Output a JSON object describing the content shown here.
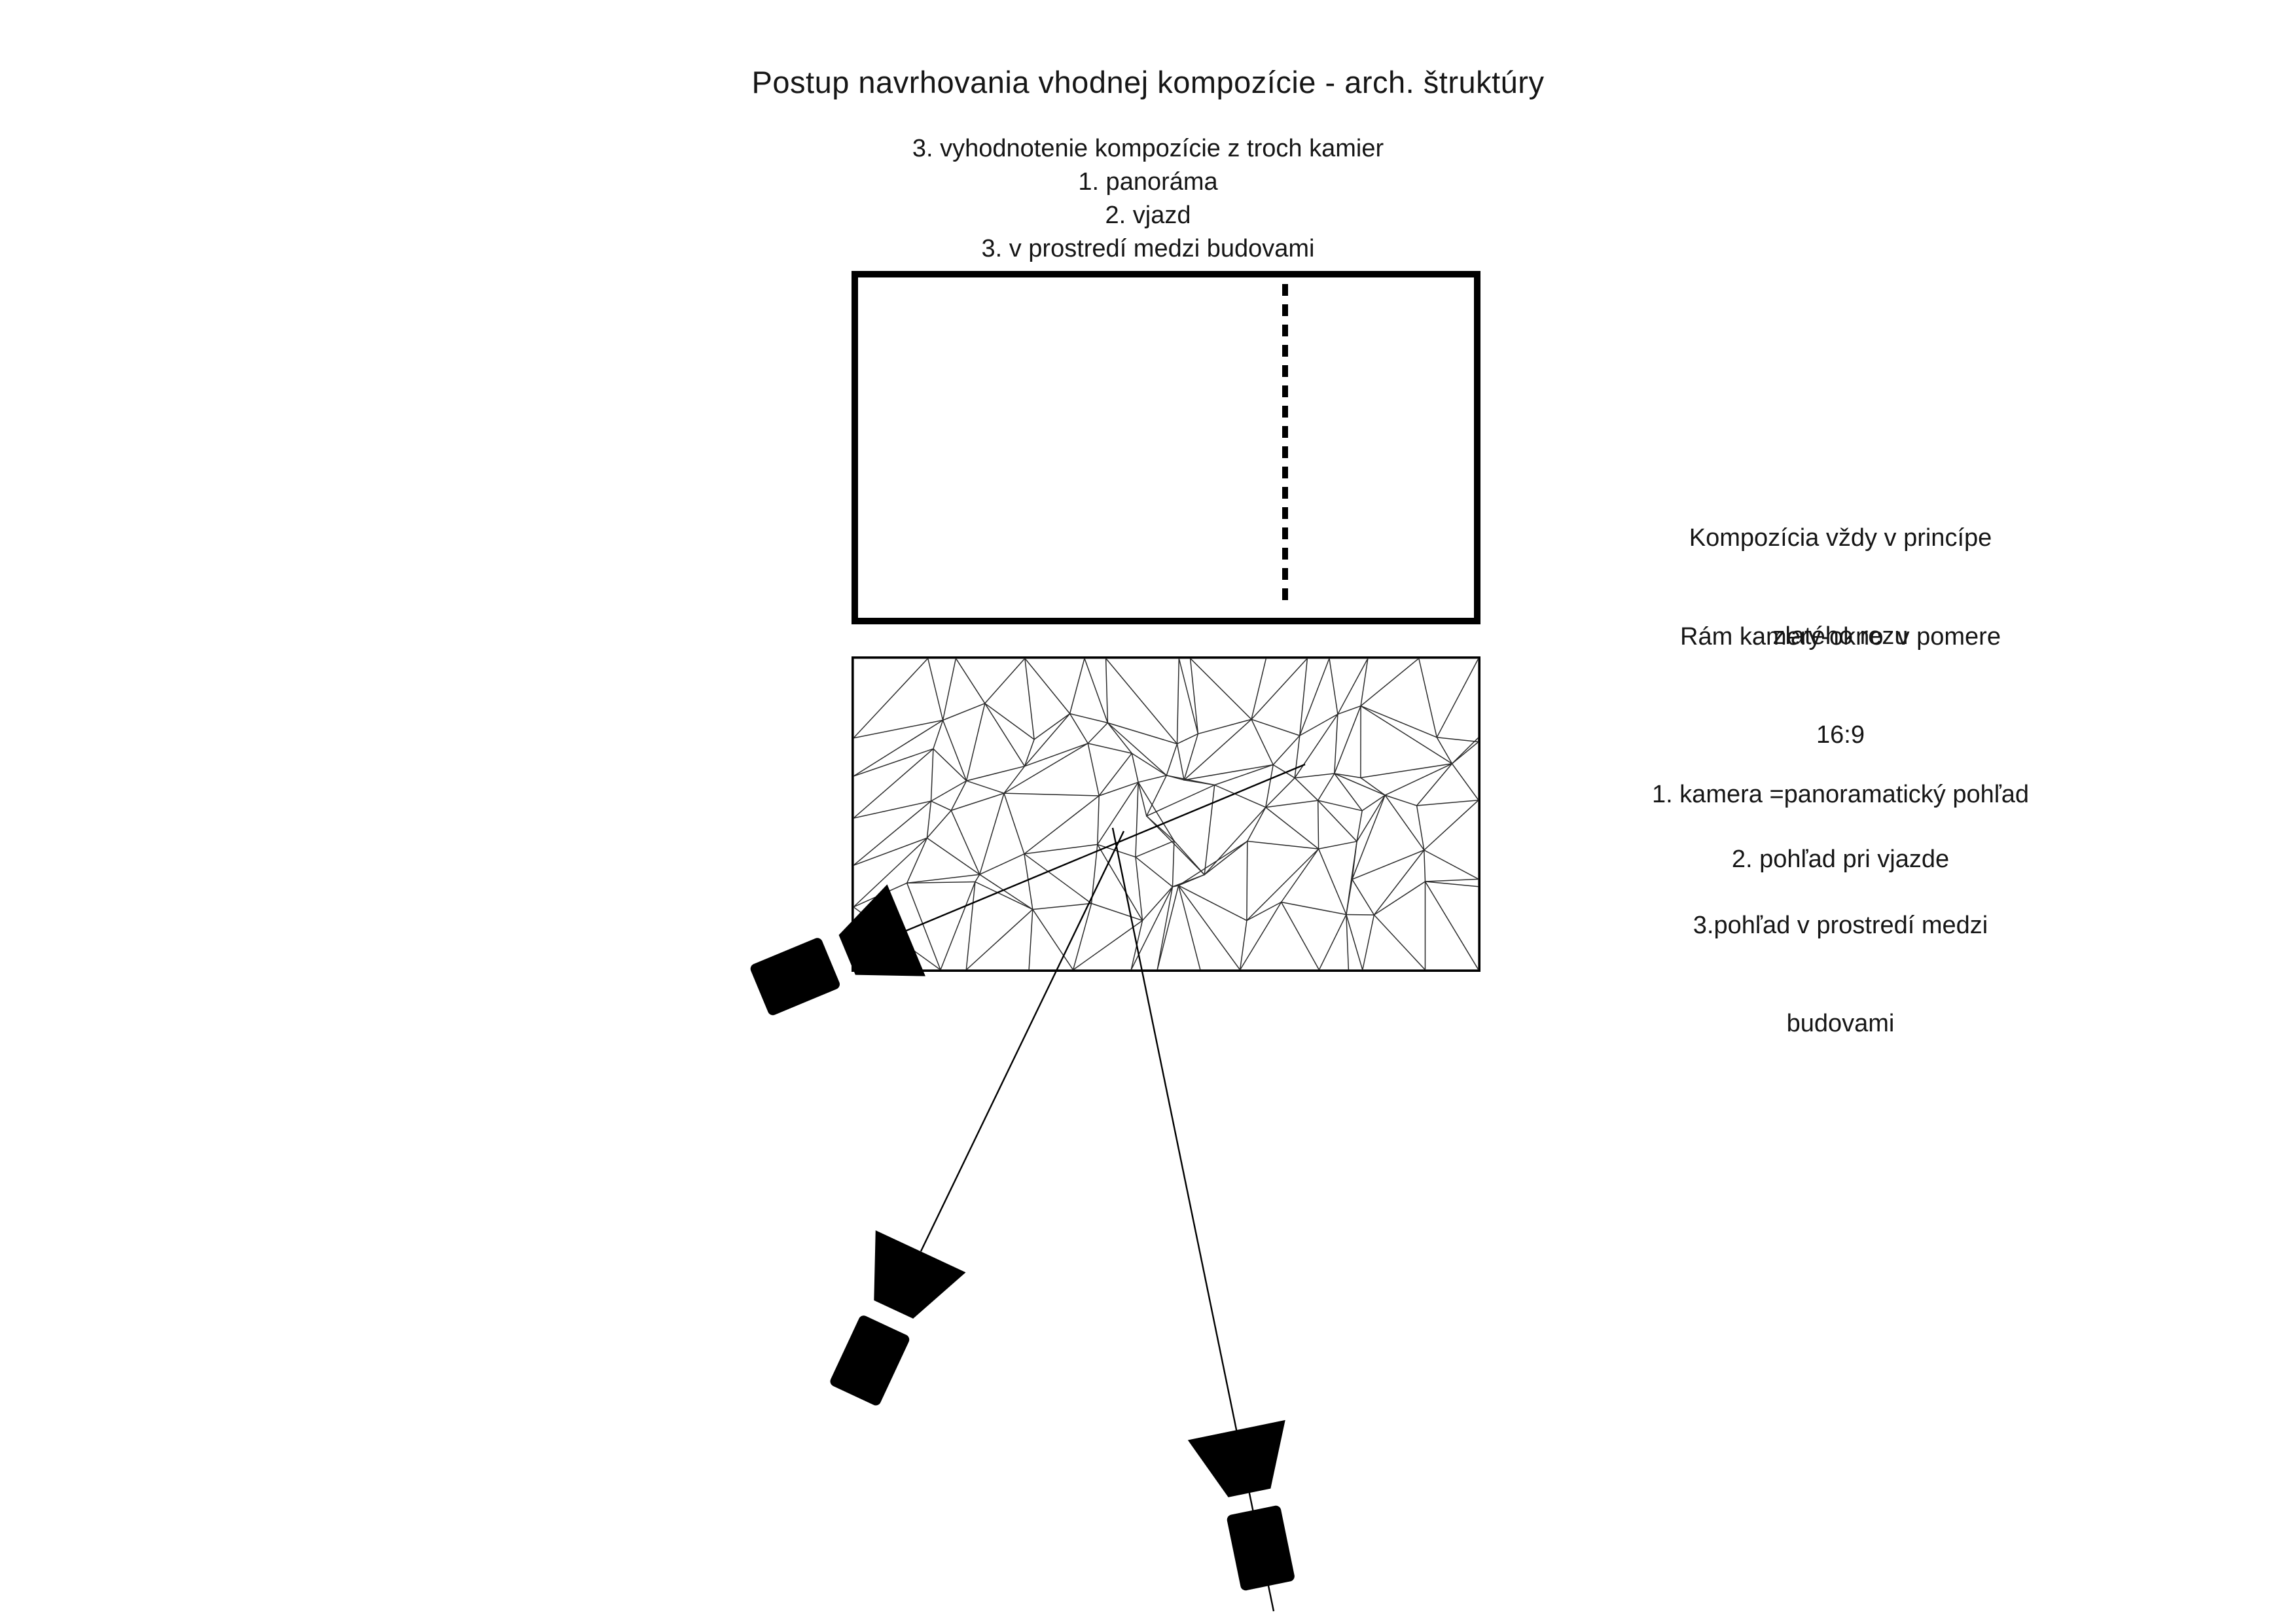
{
  "title": "Postup navrhovania vhodnej kompozície - arch. štruktúry",
  "subtitle_lines": [
    "3. vyhodnotenie kompozície z troch kamier",
    "1. panoráma",
    "2. vjazd",
    "3. v prostredí medzi budovami"
  ],
  "right_annotations": {
    "principle_line1": "Kompozícia vždy v princípe",
    "principle_line2": "zlatého rezu",
    "frame_line1": "Rám kamery-okno  v pomere",
    "frame_line2": "16:9",
    "view1": "1. kamera =panoramatický pohľad",
    "view2": "2. pohľad pri vjazde",
    "view3_line1": "3.pohľad v prostredí medzi",
    "view3_line2": "budovami"
  },
  "icons": {
    "camera_1": "camera-spotlight",
    "camera_2": "camera-spotlight",
    "camera_3": "camera-spotlight"
  },
  "colors": {
    "ink": "#000000",
    "background": "#ffffff"
  }
}
